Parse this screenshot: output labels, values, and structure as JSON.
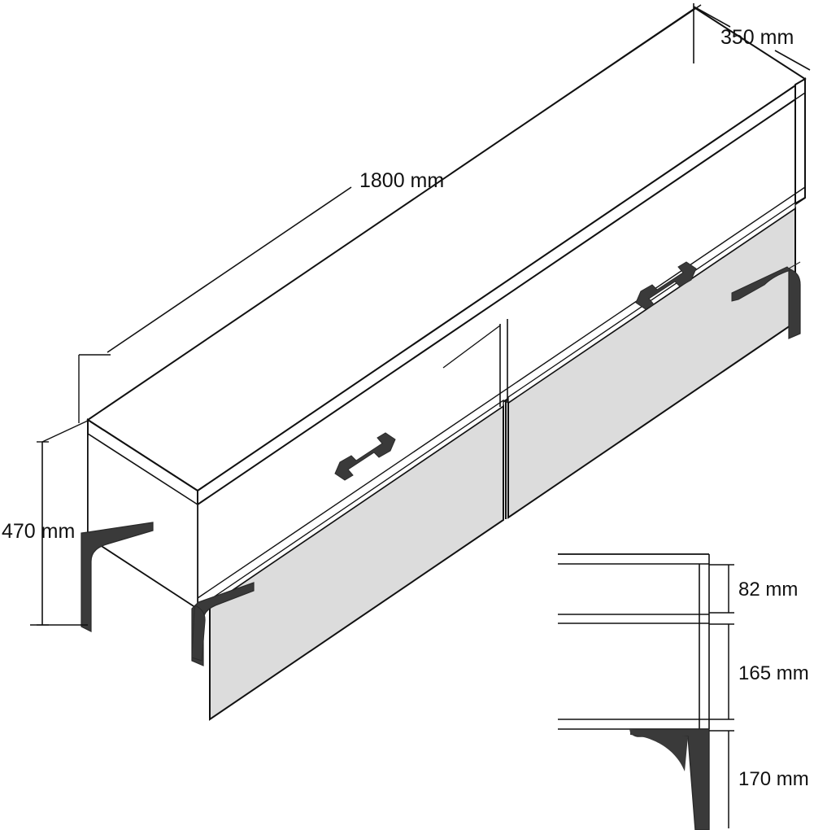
{
  "drawing": {
    "title": "TV Unit Technical Dimension Drawing",
    "type": "isometric-furniture-dimension-drawing",
    "background_color": "#ffffff",
    "line_color": "#111111",
    "panel_fill": "#ffffff",
    "drawer_front_fill": "#dcdcdc",
    "leg_fill": "#3a3a3a",
    "units": "mm"
  },
  "dimensions": {
    "width": {
      "label": "1800 mm",
      "value": 1800,
      "unit": "mm",
      "axis": "length"
    },
    "depth": {
      "label": "350 mm",
      "value": 350,
      "unit": "mm",
      "axis": "depth"
    },
    "height": {
      "label": "470 mm",
      "value": 470,
      "unit": "mm",
      "axis": "height"
    },
    "top_section": {
      "label": "82 mm",
      "value": 82,
      "unit": "mm",
      "axis": "height"
    },
    "drawer_section": {
      "label": "165 mm",
      "value": 165,
      "unit": "mm",
      "axis": "height"
    },
    "leg_section": {
      "label": "170 mm",
      "value": 170,
      "unit": "mm",
      "axis": "height"
    }
  },
  "components": {
    "top_panel": "top-panel",
    "left_end_panel": "left-end-panel",
    "right_end_panel": "right-end-panel",
    "drawer_front_left": "drawer-front-left",
    "drawer_front_right": "drawer-front-right",
    "handle_left": "drawer-handle-left",
    "handle_right": "drawer-handle-right",
    "legs_count": 4
  },
  "detail_view": {
    "name": "side-profile-detail",
    "description": "Side profile showing stacked vertical dimensions",
    "rows": [
      {
        "label": "82 mm"
      },
      {
        "label": "165 mm"
      },
      {
        "label": "170 mm"
      }
    ]
  }
}
